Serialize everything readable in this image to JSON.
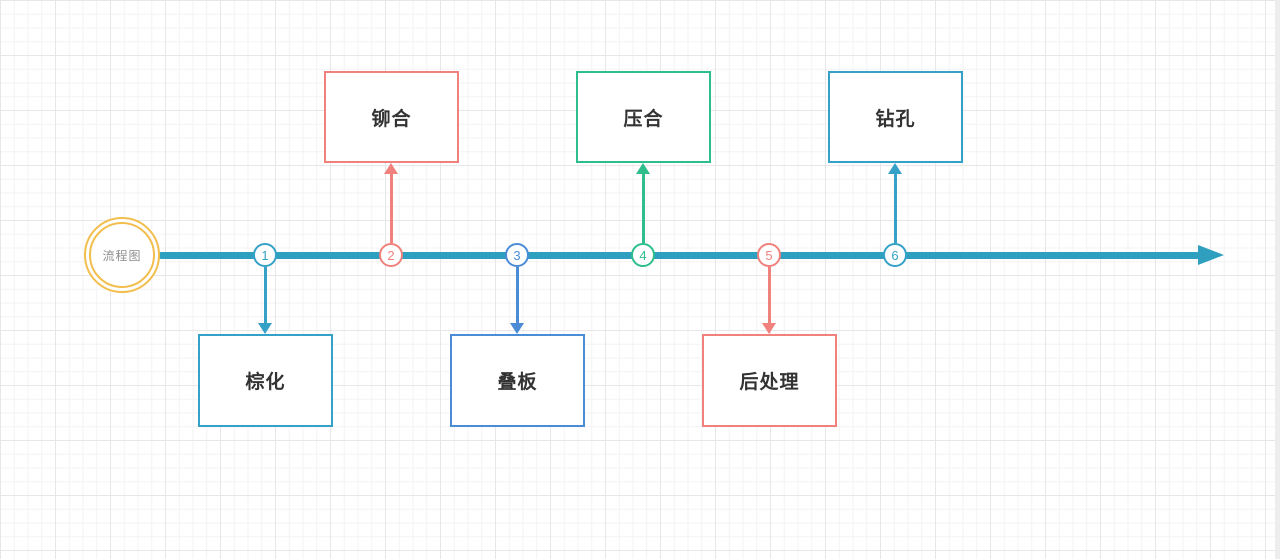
{
  "diagram": {
    "title_node": {
      "label": "流程图"
    },
    "steps": [
      {
        "num": "1",
        "label": "棕化",
        "color": "#35A1C6",
        "position": "below"
      },
      {
        "num": "2",
        "label": "铆合",
        "color": "#F0817D",
        "position": "above"
      },
      {
        "num": "3",
        "label": "叠板",
        "color": "#4A8CD6",
        "position": "below"
      },
      {
        "num": "4",
        "label": "压合",
        "color": "#2EBE8C",
        "position": "above"
      },
      {
        "num": "5",
        "label": "后处理",
        "color": "#F0817D",
        "position": "below"
      },
      {
        "num": "6",
        "label": "钻孔",
        "color": "#35A1C6",
        "position": "above"
      }
    ],
    "colors": {
      "timeline": "#2F9FBF",
      "start_ring": "#F2BE4D",
      "start_text": "#8E8E8E",
      "box_text": "#333333",
      "grid_major": "#E7E7EA",
      "grid_minor": "#F3F3F6"
    }
  }
}
